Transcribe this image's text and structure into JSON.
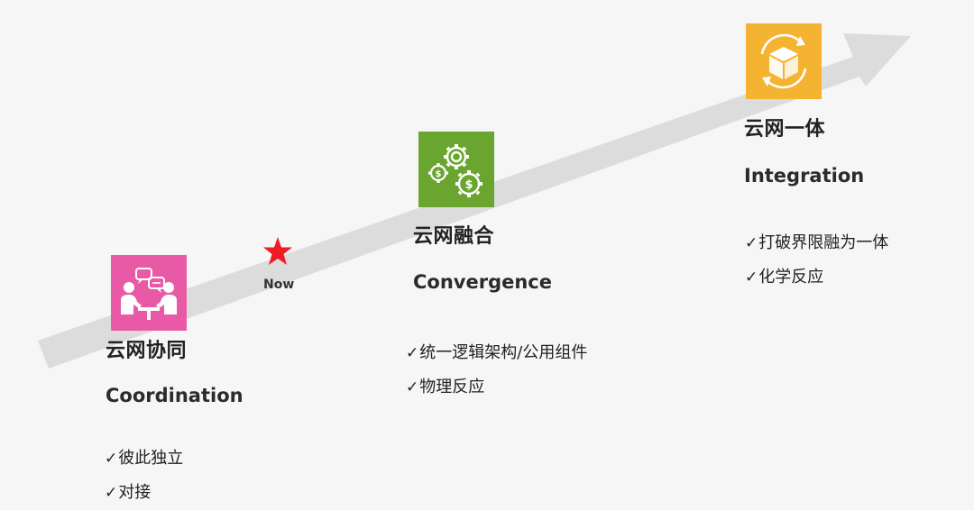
{
  "colors": {
    "arrow": "#dcdcdc",
    "coordination_tile": "#e85aa6",
    "convergence_tile": "#6aa52f",
    "integration_tile": "#f5b332",
    "star": "#ee1c25"
  },
  "marker": {
    "label": "Now",
    "icon": "star-icon"
  },
  "stages": [
    {
      "id": "coordination",
      "icon": "meeting-people-icon",
      "title_cn": "云网协同",
      "title_en": "Coordination",
      "check_mark": "✓",
      "bullets": [
        "彼此独立",
        "对接"
      ]
    },
    {
      "id": "convergence",
      "icon": "gears-icon",
      "title_cn": "云网融合",
      "title_en": "Convergence",
      "check_mark": "✓",
      "bullets": [
        "统一逻辑架构/公用组件",
        "物理反应"
      ]
    },
    {
      "id": "integration",
      "icon": "cube-cycle-icon",
      "title_cn": "云网一体",
      "title_en": "Integration",
      "check_mark": "✓",
      "bullets": [
        "打破界限融为一体",
        "化学反应"
      ]
    }
  ]
}
